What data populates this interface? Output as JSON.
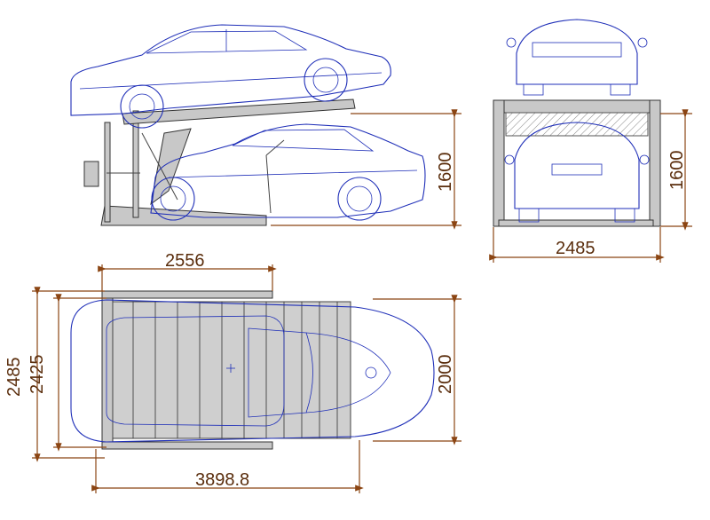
{
  "dimensions": {
    "side_height": "1600",
    "front_height": "1600",
    "front_width": "2485",
    "top_platform_length": "2556",
    "top_outer_width": "2485",
    "top_inner_width": "2425",
    "top_car_width": "2000",
    "top_total_length": "3898.8"
  },
  "colors": {
    "dimension": "#8B4513",
    "car_outline": "#1f2fb8",
    "machinery": "#c8c8c8"
  }
}
